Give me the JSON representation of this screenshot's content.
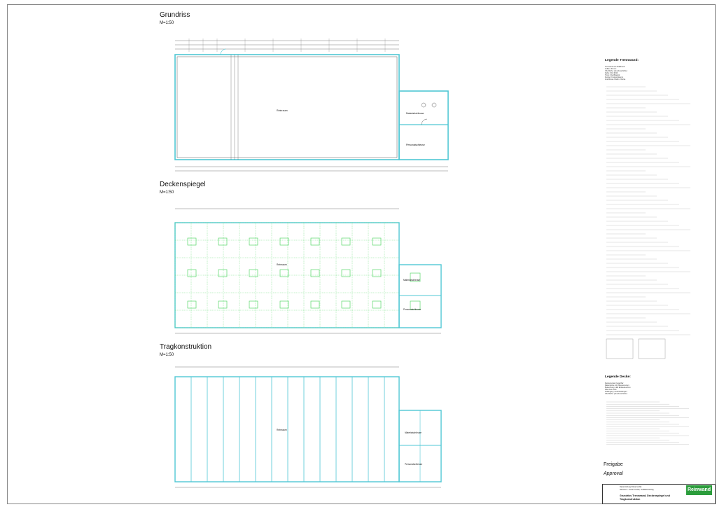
{
  "sections": {
    "grundriss": {
      "title": "Grundriss",
      "scale": "M=1:50"
    },
    "deckenspiegel": {
      "title": "Deckenspiegel",
      "scale": "M=1:50"
    },
    "tragkonstruktion": {
      "title": "Tragkonstruktion",
      "scale": "M=1:50"
    }
  },
  "rooms": {
    "reinraum": "Reinraum",
    "materialschleuse": "Materialschleuse",
    "personalschleuse": "Personalschleuse"
  },
  "legend": {
    "title_wand": "Legende Trennwand:",
    "wand_lines": "Trennwand aus Stahlblech\nAufbau: 60 mm\nOberfläche: pulverbeschichtet\nFarbe: RAL 9010\nTüren: Drehflügeltür\nFenster: Festverglasung\nAnschlüsse: Boden / Decke",
    "title_decke": "Legende Decke:",
    "decke_lines": "Deckensystem begehbar\nRasterdecke mit Filterelementen\nBeleuchtung: LED Einbauleuchten\nFilter-Fan-Units\nAbhängung: Gewindestangen\nOberfläche: pulverbeschichtet"
  },
  "approval": {
    "freigabe": "Freigabe",
    "approval": "Approval"
  },
  "titleblock": {
    "client_line_1": "Daniel Lilburg Klima GmbH",
    "client_line_2": "Reinraum - Seiler GmbH, D-83620 Ditzhig",
    "drawing_title_1": "Grundriss Trennwand, Deckenspiegel und",
    "drawing_title_2": "Tragkonstruktion",
    "brand": "Reinwand"
  },
  "colors": {
    "plan_cyan": "#4fc7d4",
    "ceiling_green": "#58d86a",
    "line_dark": "#222222",
    "brand": "#2c9d3c"
  }
}
